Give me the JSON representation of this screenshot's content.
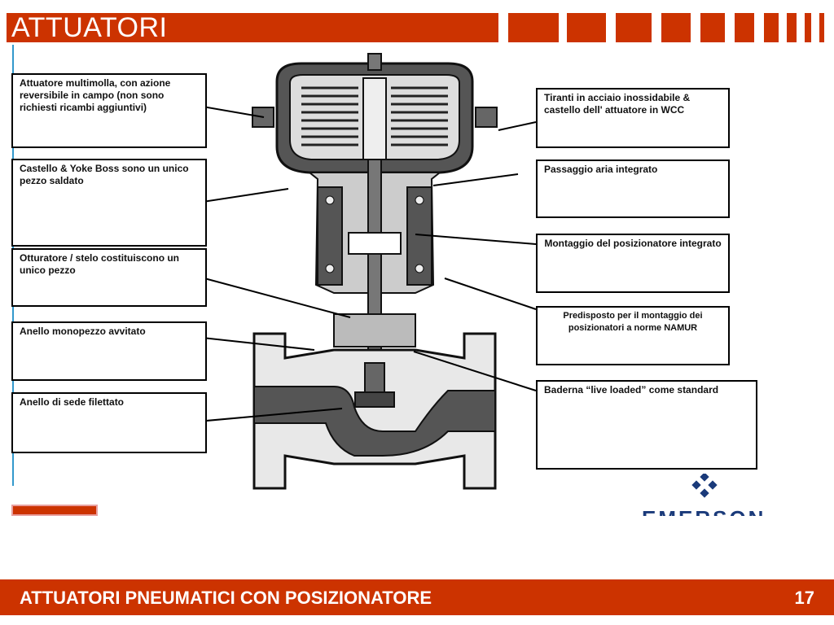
{
  "header": {
    "title": "ATTUATORI"
  },
  "callouts": {
    "left_1": "Attuatore multimolla, con azione reversibile in campo (non sono richiesti ricambi aggiuntivi)",
    "left_2": "Castello & Yoke Boss sono un unico pezzo saldato",
    "left_3": "Otturatore / stelo costituiscono un unico pezzo",
    "left_4": "Anello monopezzo avvitato",
    "left_5": "Anello di sede filettato",
    "right_1": "Tiranti in acciaio inossidabile & castello dell' attuatore in WCC",
    "right_2": "Passaggio aria integrato",
    "right_3": "Montaggio del posizionatore integrato",
    "right_4": "Predisposto per il montaggio dei posizionatori a norme NAMUR",
    "right_5": "Baderna “live loaded” come standard"
  },
  "logo": {
    "brand": "EMERSON"
  },
  "footer": {
    "title": "ATTUATORI PNEUMATICI CON POSIZIONATORE",
    "page": "17"
  },
  "colors": {
    "accent": "#cc3300",
    "line": "#3399cc",
    "brand": "#1a3a7a"
  }
}
